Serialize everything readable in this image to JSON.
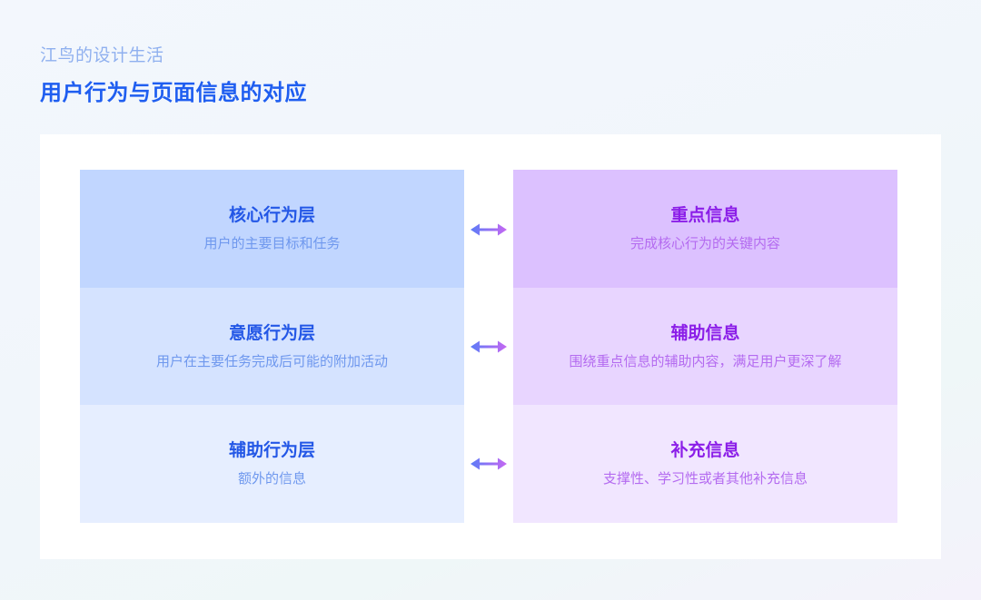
{
  "header": {
    "subtitle": "江鸟的设计生活",
    "title": "用户行为与页面信息的对应"
  },
  "left_column": [
    {
      "title": "核心行为层",
      "desc": "用户的主要目标和任务"
    },
    {
      "title": "意愿行为层",
      "desc": "用户在主要任务完成后可能的附加活动"
    },
    {
      "title": "辅助行为层",
      "desc": "额外的信息"
    }
  ],
  "right_column": [
    {
      "title": "重点信息",
      "desc": "完成核心行为的关键内容"
    },
    {
      "title": "辅助信息",
      "desc": "围绕重点信息的辅助内容，满足用户更深了解"
    },
    {
      "title": "补充信息",
      "desc": "支撑性、学习性或者其他补充信息"
    }
  ],
  "colors": {
    "title": "#1f5ef0",
    "left_accent": "#2357e6",
    "right_accent": "#8b1ee8",
    "arrow_start": "#5b7cf7",
    "arrow_end": "#c567f2"
  },
  "icons": {
    "connector": "double-arrow-icon"
  }
}
